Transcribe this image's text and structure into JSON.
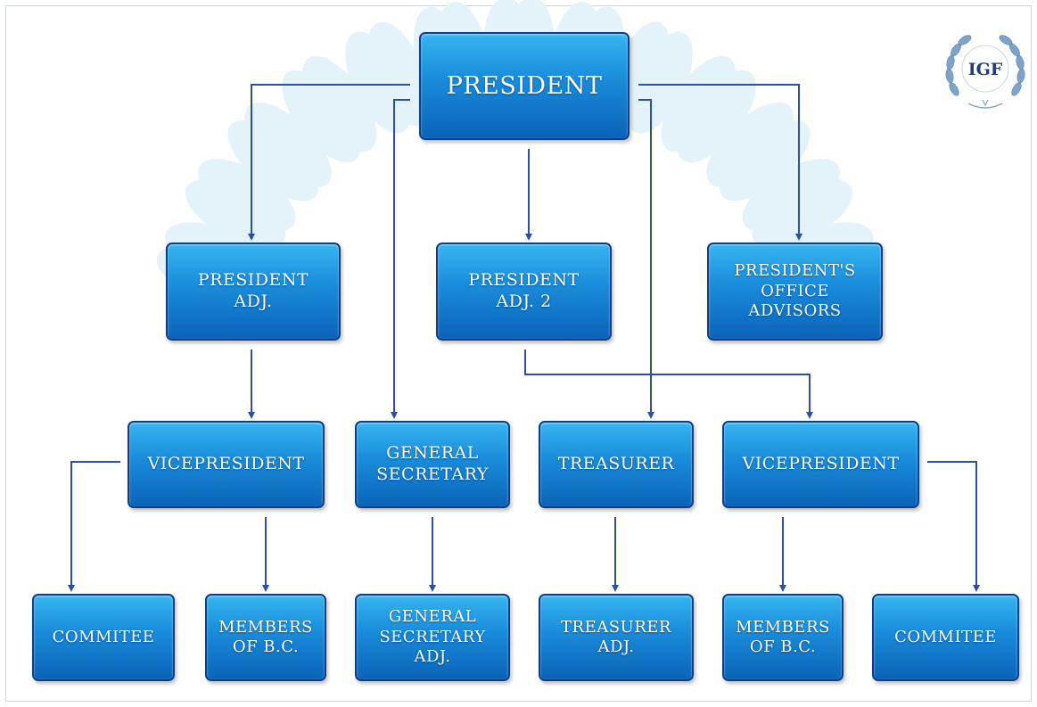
{
  "chart_data": {
    "type": "org-chart",
    "nodes": [
      {
        "id": "president",
        "label": "PRESIDENT"
      },
      {
        "id": "president_adj",
        "label": "PRESIDENT\nADJ."
      },
      {
        "id": "president_adj_2",
        "label": "PRESIDENT\nADJ. 2"
      },
      {
        "id": "office_advisors",
        "label": "PRESIDENT'S\nOFFICE\nADVISORS"
      },
      {
        "id": "vicepresident_left",
        "label": "VICEPRESIDENT"
      },
      {
        "id": "general_secretary",
        "label": "GENERAL\nSECRETARY"
      },
      {
        "id": "treasurer",
        "label": "TREASURER"
      },
      {
        "id": "vicepresident_right",
        "label": "VICEPRESIDENT"
      },
      {
        "id": "committee_left",
        "label": "COMMITEE"
      },
      {
        "id": "members_bc_left",
        "label": "MEMBERS\nOF B.C."
      },
      {
        "id": "general_secretary_adj",
        "label": "GENERAL\nSECRETARY\nADJ."
      },
      {
        "id": "treasurer_adj",
        "label": "TREASURER\nADJ."
      },
      {
        "id": "members_bc_right",
        "label": "MEMBERS\nOF B.C."
      },
      {
        "id": "committee_right",
        "label": "COMMITEE"
      }
    ],
    "edges": [
      {
        "from": "president",
        "to": "president_adj"
      },
      {
        "from": "president",
        "to": "president_adj_2"
      },
      {
        "from": "president",
        "to": "office_advisors"
      },
      {
        "from": "president",
        "to": "general_secretary"
      },
      {
        "from": "president",
        "to": "treasurer"
      },
      {
        "from": "president_adj",
        "to": "vicepresident_left"
      },
      {
        "from": "president_adj_2",
        "to": "vicepresident_right"
      },
      {
        "from": "vicepresident_left",
        "to": "committee_left"
      },
      {
        "from": "vicepresident_left",
        "to": "members_bc_left"
      },
      {
        "from": "general_secretary",
        "to": "general_secretary_adj"
      },
      {
        "from": "treasurer",
        "to": "treasurer_adj"
      },
      {
        "from": "vicepresident_right",
        "to": "members_bc_right"
      },
      {
        "from": "vicepresident_right",
        "to": "committee_right"
      }
    ]
  },
  "logo": {
    "text": "IGF"
  },
  "colors": {
    "box_top": "#36b5f1",
    "box_bottom": "#0b63b8",
    "box_border": "#0d3f86",
    "connector": "#2e4fa0",
    "watermark": "#e6f3fa"
  }
}
